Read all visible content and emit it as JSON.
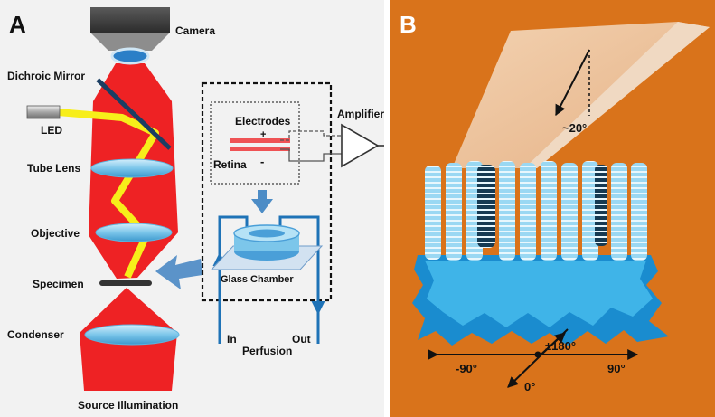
{
  "panel_a": {
    "letter": "A",
    "labels": {
      "camera": "Camera",
      "dichroic_mirror": "Dichroic Mirror",
      "led": "LED",
      "tube_lens": "Tube Lens",
      "objective": "Objective",
      "specimen": "Specimen",
      "condenser": "Condenser",
      "source_illumination": "Source Illumination",
      "electrodes": "Electrodes",
      "amplifier": "Amplifier",
      "retina": "Retina",
      "plus": "+",
      "minus": "-",
      "glass_chamber": "Glass Chamber",
      "in": "In",
      "out": "Out",
      "perfusion": "Perfusion"
    }
  },
  "panel_b": {
    "letter": "B",
    "labels": {
      "tilt_angle": "~20°",
      "plus_minus_180": "±180°",
      "minus_90": "-90°",
      "plus_90": "90°",
      "zero": "0°"
    }
  },
  "colors": {
    "beam_red": "#ee2224",
    "led_yellow": "#f7ee1a",
    "lens_blue": "#7cc6ea",
    "tissue_orange": "#d9731b",
    "cell_blue": "#29a8e0",
    "perfusion_blue": "#1f73b7"
  }
}
